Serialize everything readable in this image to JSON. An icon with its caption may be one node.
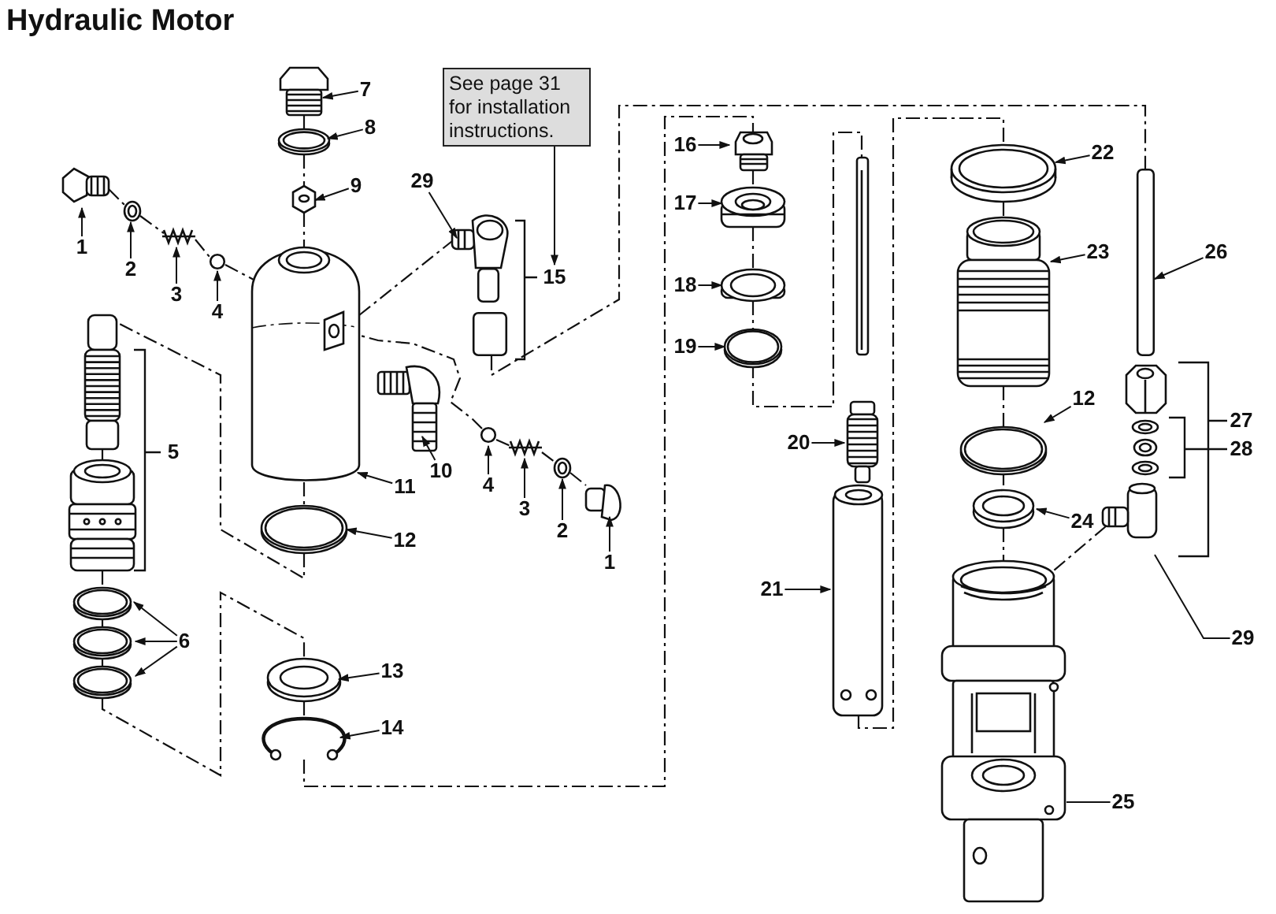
{
  "diagram": {
    "title": "Hydraulic Motor",
    "nodes": [
      {
        "text": [
          "See page 31 for installation instructions."
        ]
      },
      {
        "text": [
          "7"
        ]
      },
      {
        "text": [
          "8"
        ]
      },
      {
        "text": [
          "9"
        ]
      },
      {
        "text": [
          "29"
        ]
      },
      {
        "text": [
          "15"
        ]
      },
      {
        "text": [
          "1"
        ]
      },
      {
        "text": [
          "2"
        ]
      },
      {
        "text": [
          "3"
        ]
      },
      {
        "text": [
          "4"
        ]
      },
      {
        "text": [
          "5"
        ]
      },
      {
        "text": [
          "11"
        ]
      },
      {
        "text": [
          "10"
        ]
      },
      {
        "text": [
          "4"
        ]
      },
      {
        "text": [
          "3"
        ]
      },
      {
        "text": [
          "2"
        ]
      },
      {
        "text": [
          "1"
        ]
      },
      {
        "text": [
          "12"
        ]
      },
      {
        "text": [
          "6"
        ]
      },
      {
        "text": [
          "13"
        ]
      },
      {
        "text": [
          "14"
        ]
      },
      {
        "text": [
          "16"
        ]
      },
      {
        "text": [
          "17"
        ]
      },
      {
        "text": [
          "18"
        ]
      },
      {
        "text": [
          "19"
        ]
      },
      {
        "text": [
          "20"
        ]
      },
      {
        "text": [
          "21"
        ]
      },
      {
        "text": [
          "22"
        ]
      },
      {
        "text": [
          "23"
        ]
      },
      {
        "text": [
          "26"
        ]
      },
      {
        "text": [
          "12"
        ]
      },
      {
        "text": [
          "27"
        ]
      },
      {
        "text": [
          "28"
        ]
      },
      {
        "text": [
          "24"
        ]
      },
      {
        "text": [
          "29"
        ]
      },
      {
        "text": [
          "25"
        ]
      },
      {
        "text": [],
        "shape": "picture"
      },
      {
        "text": [],
        "shape": "picture"
      },
      {
        "text": [],
        "shape": "picture"
      },
      {
        "text": [],
        "shape": "picture"
      },
      {
        "text": [],
        "shape": "picture"
      },
      {
        "text": [],
        "shape": "picture"
      },
      {
        "text": [],
        "shape": "picture"
      },
      {
        "text": [],
        "shape": "circle"
      },
      {
        "text": [],
        "shape": "picture"
      },
      {
        "text": [],
        "shape": "picture"
      },
      {
        "text": [],
        "shape": "circle"
      },
      {
        "text": [],
        "shape": "picture"
      },
      {
        "text": [],
        "shape": "picture"
      },
      {
        "text": [],
        "shape": "picture"
      },
      {
        "text": [],
        "shape": "picture"
      },
      {
        "text": [],
        "shape": "picture"
      },
      {
        "text": [],
        "shape": "picture"
      },
      {
        "text": [],
        "shape": "picture"
      },
      {
        "text": [],
        "shape": "picture"
      },
      {
        "text": [],
        "shape": "picture"
      },
      {
        "text": [],
        "shape": "picture"
      },
      {
        "text": [],
        "shape": "picture"
      },
      {
        "text": [],
        "shape": "picture"
      },
      {
        "text": [],
        "shape": "picture"
      },
      {
        "text": [],
        "shape": "picture"
      },
      {
        "text": [],
        "shape": "picture"
      },
      {
        "text": [],
        "shape": "picture"
      },
      {
        "text": [],
        "shape": "picture"
      },
      {
        "text": [],
        "shape": "box"
      },
      {
        "text": [],
        "shape": "picture"
      },
      {
        "text": [],
        "shape": "picture"
      },
      {
        "text": [],
        "shape": "picture"
      },
      {
        "text": [],
        "shape": "picture"
      },
      {
        "text": [],
        "shape": "picture"
      },
      {
        "text": [],
        "shape": "picture"
      },
      {
        "text": [],
        "shape": "box"
      },
      {
        "text": [],
        "shape": "box"
      },
      {
        "text": [],
        "shape": "picture"
      },
      {
        "text": [],
        "shape": "picture"
      },
      {
        "text": [],
        "shape": "picture"
      },
      {
        "text": [],
        "shape": "picture"
      }
    ],
    "edges": [
      {
        "from": 1,
        "to": 36,
        "arrow": "to"
      },
      {
        "from": 2,
        "to": 37,
        "arrow": "to"
      },
      {
        "from": 3,
        "to": 38,
        "arrow": "to"
      },
      {
        "from": 4,
        "to": 39,
        "arrow": "to"
      },
      {
        "from": 0,
        "to": 5,
        "arrow": "to"
      },
      {
        "from": 6,
        "to": 40,
        "arrow": "to"
      },
      {
        "from": 7,
        "to": 41,
        "arrow": "to"
      },
      {
        "from": 8,
        "to": 42,
        "arrow": "to"
      },
      {
        "from": 9,
        "to": 43,
        "arrow": "to"
      },
      {
        "from": 11,
        "to": 44,
        "arrow": "to"
      },
      {
        "from": 12,
        "to": 45,
        "arrow": "to"
      },
      {
        "from": 13,
        "to": 46,
        "arrow": "to"
      },
      {
        "from": 14,
        "to": 47,
        "arrow": "to"
      },
      {
        "from": 15,
        "to": 48,
        "arrow": "to"
      },
      {
        "from": 16,
        "to": 49,
        "arrow": "to"
      },
      {
        "from": 17,
        "to": 50,
        "arrow": "to"
      },
      {
        "from": 18,
        "to": 51,
        "arrow": "to"
      },
      {
        "from": 18,
        "to": 52,
        "arrow": "to"
      },
      {
        "from": 18,
        "to": 53,
        "arrow": "to"
      },
      {
        "from": 19,
        "to": 54,
        "arrow": "to"
      },
      {
        "from": 20,
        "to": 55,
        "arrow": "to"
      },
      {
        "from": 21,
        "to": 56,
        "arrow": "to"
      },
      {
        "from": 22,
        "to": 57,
        "arrow": "to"
      },
      {
        "from": 23,
        "to": 58,
        "arrow": "to"
      },
      {
        "from": 24,
        "to": 59,
        "arrow": "to"
      },
      {
        "from": 25,
        "to": 60,
        "arrow": "to"
      },
      {
        "from": 26,
        "to": 61,
        "arrow": "to"
      },
      {
        "from": 27,
        "to": 62,
        "arrow": "to"
      },
      {
        "from": 28,
        "to": 63,
        "arrow": "to"
      },
      {
        "from": 29,
        "to": 64,
        "arrow": "to"
      },
      {
        "from": 30,
        "to": 65,
        "arrow": "to"
      },
      {
        "from": 33,
        "to": 66,
        "arrow": "to"
      },
      {
        "from": 34,
        "to": 67,
        "arrow": "none"
      },
      {
        "from": 35,
        "to": 68,
        "arrow": "none"
      },
      {
        "from": 36,
        "to": 37,
        "arrow": "none",
        "style": "dashed"
      },
      {
        "from": 37,
        "to": 38,
        "arrow": "none",
        "style": "dashed"
      },
      {
        "from": 38,
        "to": 44,
        "arrow": "none",
        "style": "dashed"
      },
      {
        "from": 44,
        "to": 50,
        "arrow": "none",
        "style": "dashed"
      },
      {
        "from": 50,
        "to": 69,
        "arrow": "none",
        "style": "dashed"
      },
      {
        "from": 69,
        "to": 70,
        "arrow": "none",
        "style": "dashed"
      },
      {
        "from": 70,
        "to": 51,
        "arrow": "none",
        "style": "dashed"
      },
      {
        "from": 51,
        "to": 52,
        "arrow": "none",
        "style": "dashed"
      },
      {
        "from": 52,
        "to": 53,
        "arrow": "none",
        "style": "dashed"
      },
      {
        "from": 53,
        "to": 54,
        "arrow": "none",
        "style": "dashed"
      },
      {
        "from": 54,
        "to": 55,
        "arrow": "none",
        "style": "dashed"
      },
      {
        "from": 55,
        "to": 56,
        "arrow": "none",
        "style": "dashed"
      },
      {
        "from": 56,
        "to": 57,
        "arrow": "none",
        "style": "dashed"
      },
      {
        "from": 57,
        "to": 58,
        "arrow": "none",
        "style": "dashed"
      },
      {
        "from": 58,
        "to": 59,
        "arrow": "none",
        "style": "dashed"
      },
      {
        "from": 59,
        "to": 60,
        "arrow": "none",
        "style": "dashed"
      },
      {
        "from": 61,
        "to": 62,
        "arrow": "none",
        "style": "dashed"
      },
      {
        "from": 62,
        "to": 63,
        "arrow": "none",
        "style": "dashed"
      },
      {
        "from": 63,
        "to": 65,
        "arrow": "none",
        "style": "dashed"
      },
      {
        "from": 65,
        "to": 66,
        "arrow": "none",
        "style": "dashed"
      },
      {
        "from": 66,
        "to": 68,
        "arrow": "none",
        "style": "dashed"
      },
      {
        "from": 44,
        "to": 39,
        "arrow": "none",
        "style": "dashed"
      },
      {
        "from": 72,
        "to": 64,
        "arrow": "none",
        "style": "dashed"
      },
      {
        "from": 67,
        "to": 68,
        "arrow": "none",
        "style": "dashed"
      },
      {
        "from": 40,
        "to": 41,
        "arrow": "none",
        "style": "dashed"
      },
      {
        "from": 41,
        "to": 42,
        "arrow": "none",
        "style": "dashed"
      },
      {
        "from": 42,
        "to": 43,
        "arrow": "none",
        "style": "dashed"
      },
      {
        "from": 43,
        "to": 44,
        "arrow": "none",
        "style": "dashed"
      },
      {
        "from": 44,
        "to": 46,
        "arrow": "none",
        "style": "dashed"
      },
      {
        "from": 46,
        "to": 47,
        "arrow": "none",
        "style": "dashed"
      },
      {
        "from": 47,
        "to": 48,
        "arrow": "none",
        "style": "dashed"
      },
      {
        "from": 48,
        "to": 49,
        "arrow": "none",
        "style": "dashed"
      }
    ]
  }
}
